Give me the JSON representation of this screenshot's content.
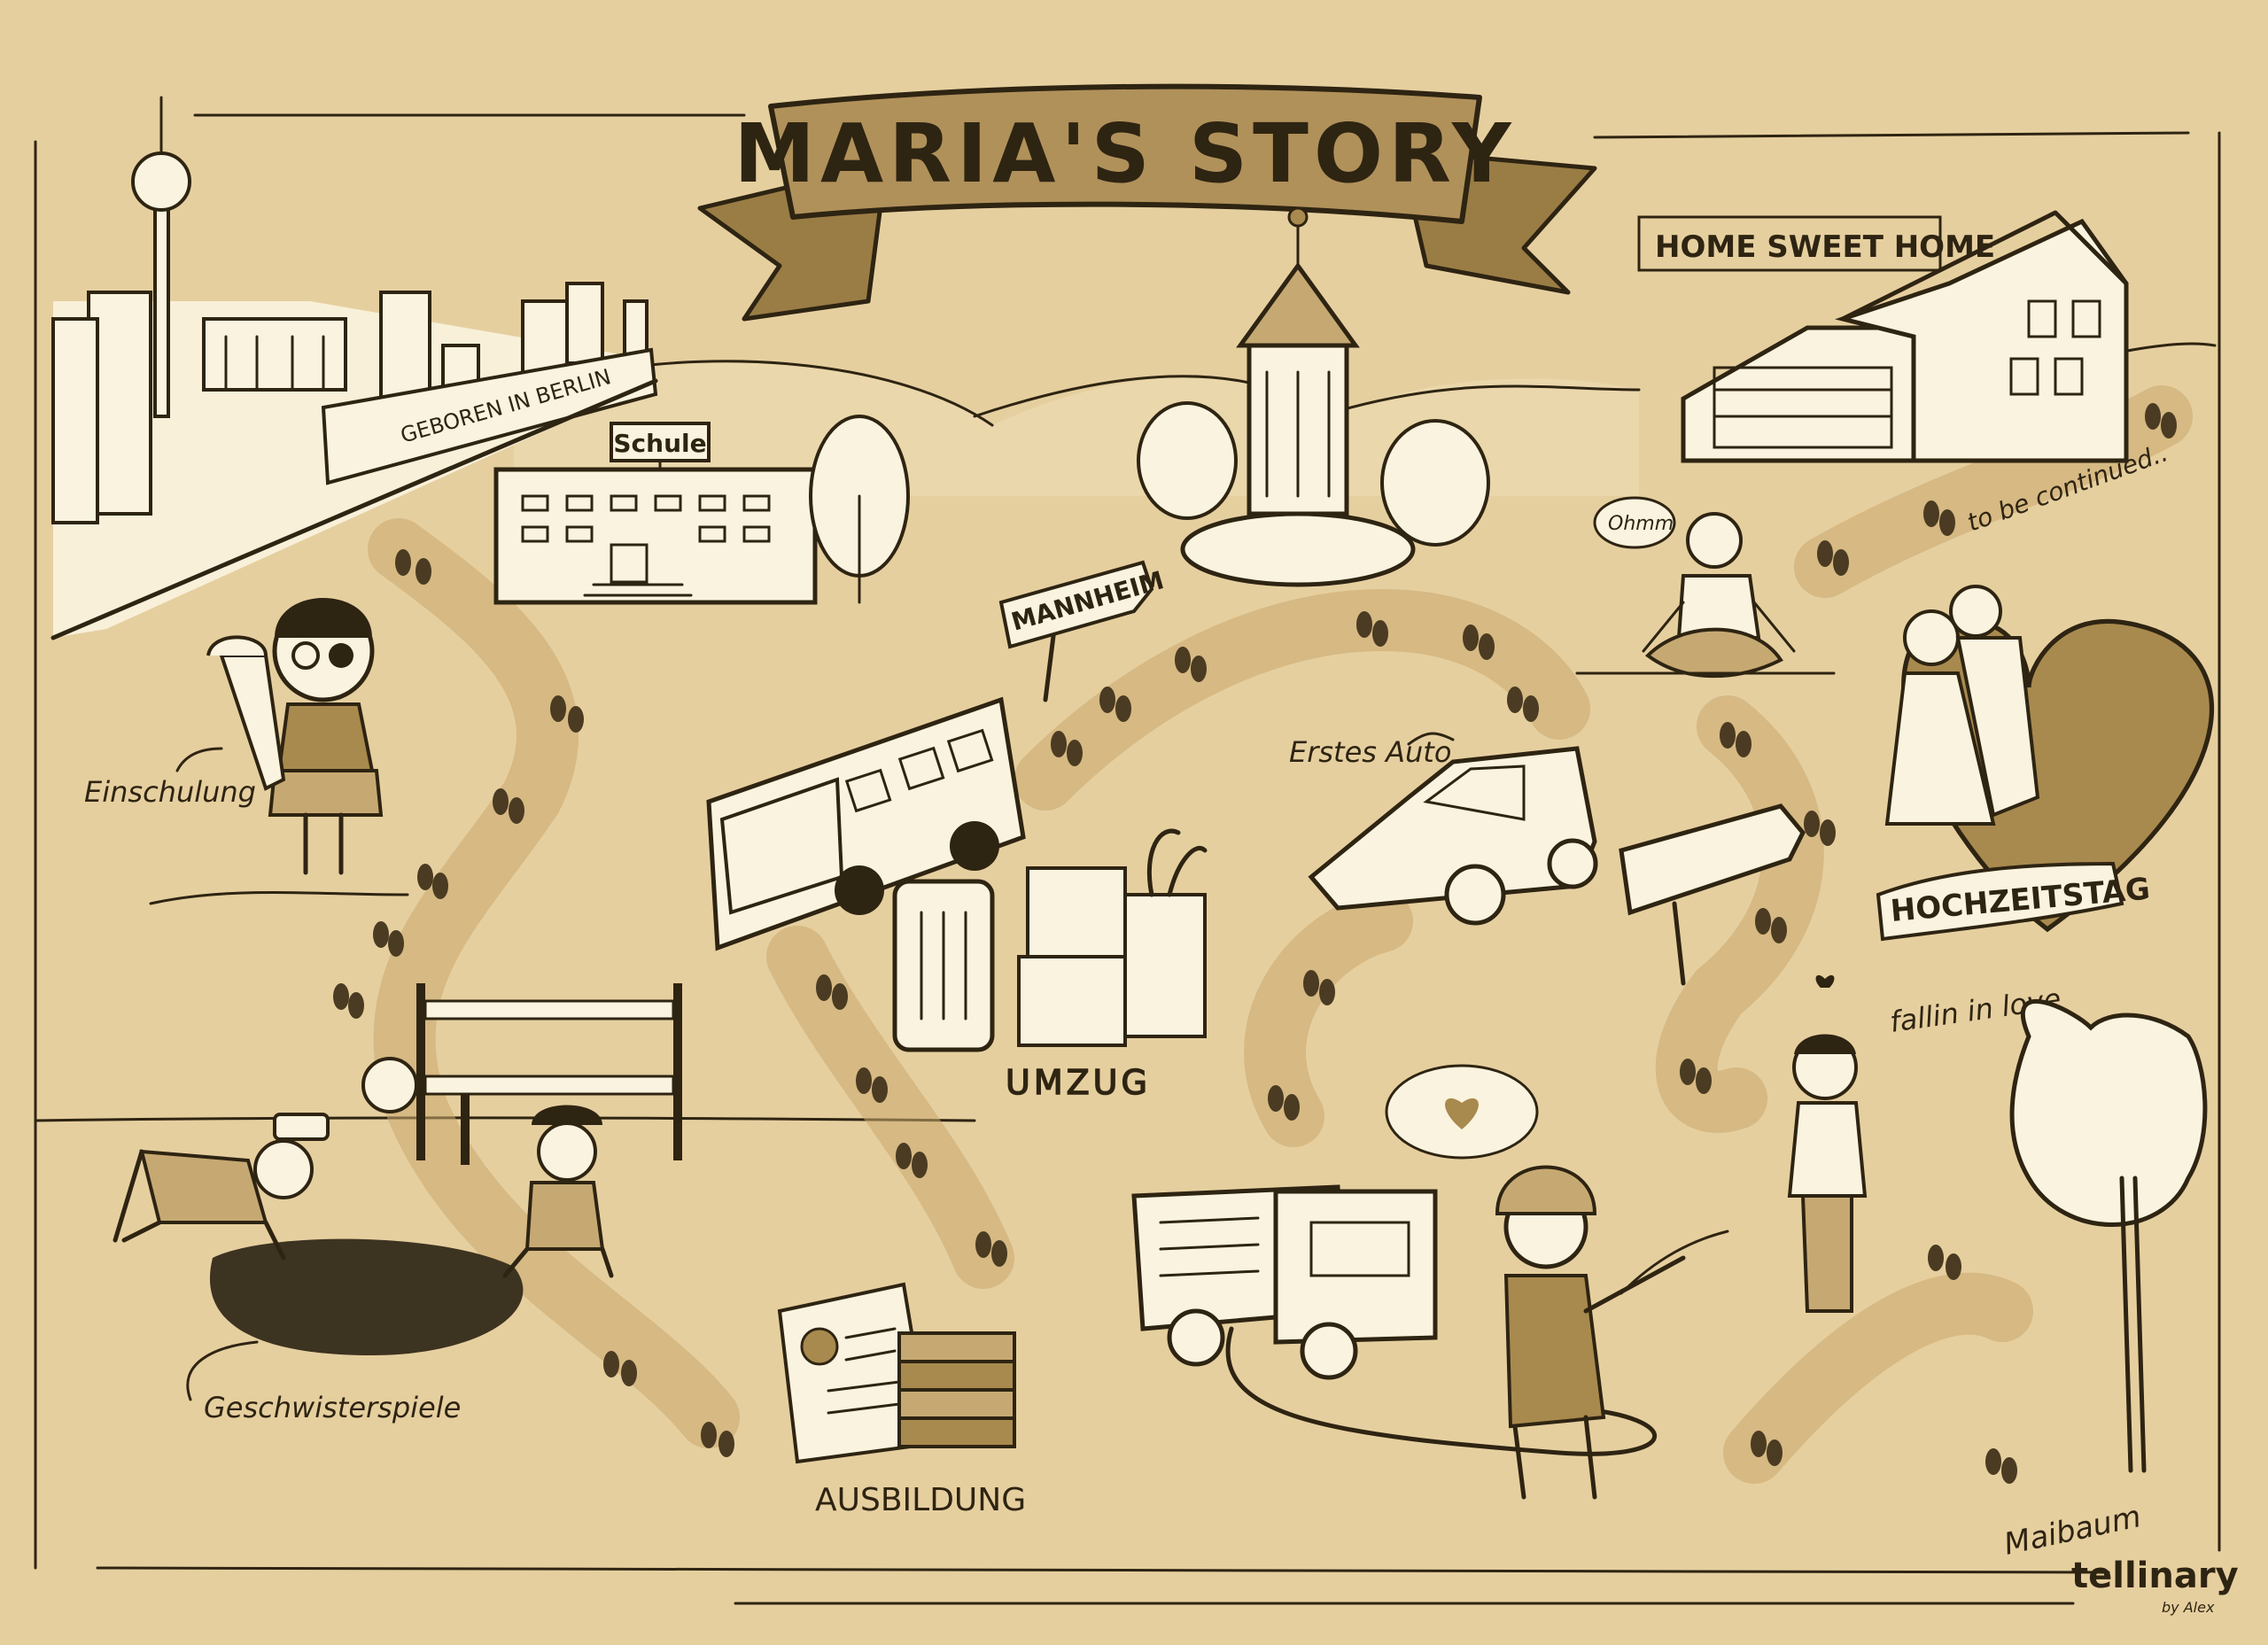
{
  "title": "MARIA'S STORY",
  "labels": {
    "geboren": "GEBOREN IN BERLIN",
    "schule": "Schule",
    "einschulung": "Einschulung",
    "geschwister": "Geschwisterspiele",
    "mannheim": "MANNHEIM",
    "umzug": "UMZUG",
    "ausbildung": "AUSBILDUNG",
    "erstes_auto": "Erstes Auto",
    "home": "HOME SWEET HOME",
    "to_be_continued": "to be continued..",
    "ohmm": "Ohmm",
    "hochzeitstag": "HOCHZEITSTAG",
    "falling_in_love": "fallin in love",
    "maibaum": "Maibaum",
    "brand": "tellinary",
    "brand_sub": "by Alex"
  },
  "colors": {
    "background": "#e6cf9f",
    "ink": "#2e2412",
    "gold": "#a88a4e",
    "cream": "#faf3df"
  }
}
